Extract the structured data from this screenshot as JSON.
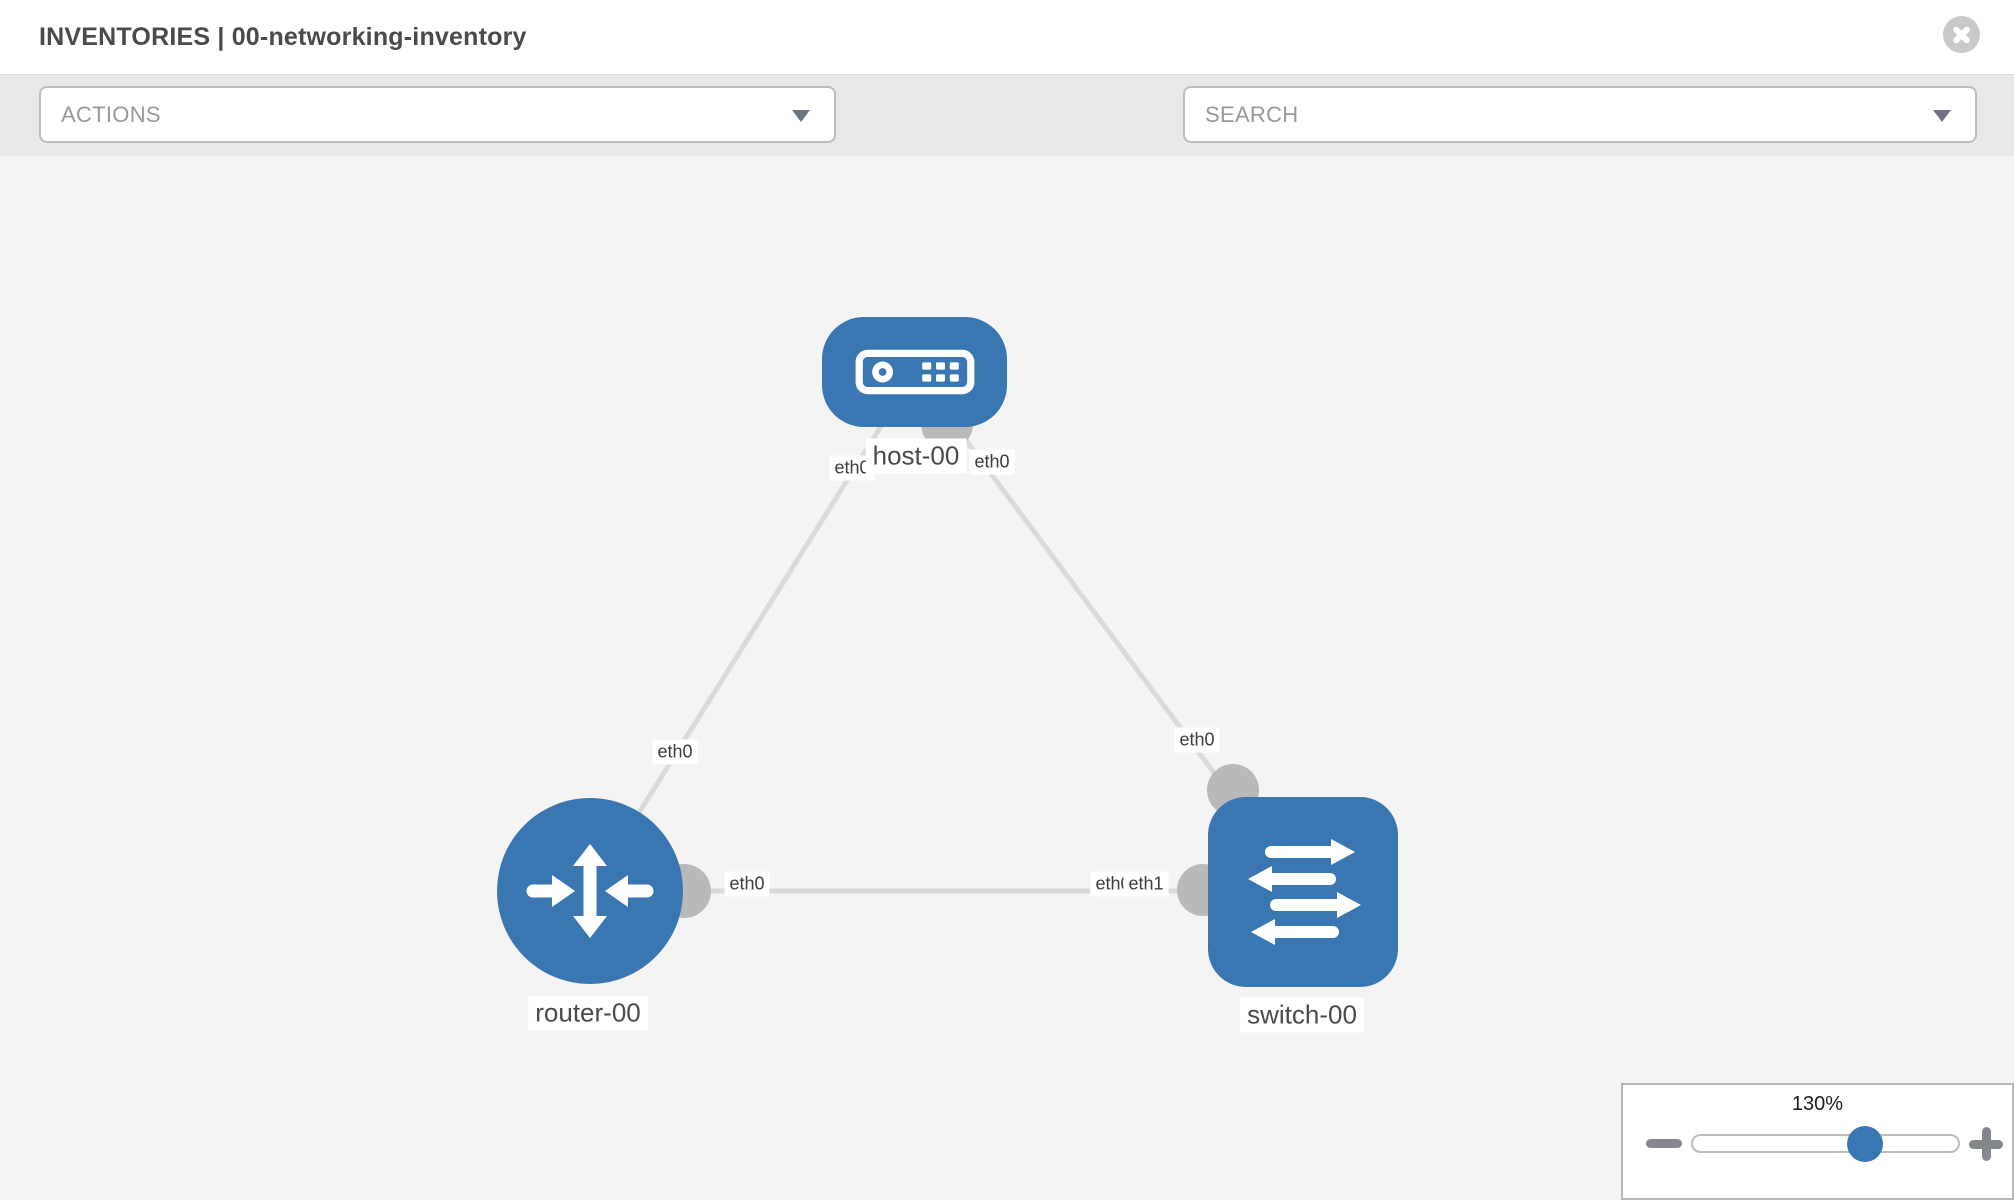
{
  "header": {
    "title": "INVENTORIES | 00-networking-inventory"
  },
  "toolbar": {
    "actions_placeholder": "ACTIONS",
    "search_placeholder": "SEARCH"
  },
  "canvas": {
    "node_labels": {
      "host": "host-00",
      "router": "router-00",
      "switch": "switch-00"
    },
    "nodes": [
      {
        "label": "host-00",
        "type": "host"
      },
      {
        "label": "router-00",
        "type": "router"
      },
      {
        "label": "switch-00",
        "type": "switch"
      }
    ],
    "links": [
      {
        "from": "host-00",
        "from_if": "eth0",
        "to": "router-00",
        "to_if": "eth0"
      },
      {
        "from": "host-00",
        "from_if": "eth0",
        "to": "switch-00",
        "to_if": "eth0"
      },
      {
        "from": "router-00",
        "from_if": "eth0",
        "to": "switch-00",
        "to_if": "eth1"
      }
    ],
    "chips": {
      "host_left": "eth0",
      "host_right": "eth0",
      "router_top": "eth0",
      "switch_top": "eth0",
      "router_right": "eth0",
      "switch_left_back": "eth0",
      "switch_left": "eth1"
    }
  },
  "zoom": {
    "value": "130%",
    "percent": 130
  },
  "colors": {
    "node_blue": "#3a77b2",
    "edge_gray": "#dadada",
    "dot_gray": "#b9b9b9",
    "canvas_bg": "#f4f4f4"
  }
}
